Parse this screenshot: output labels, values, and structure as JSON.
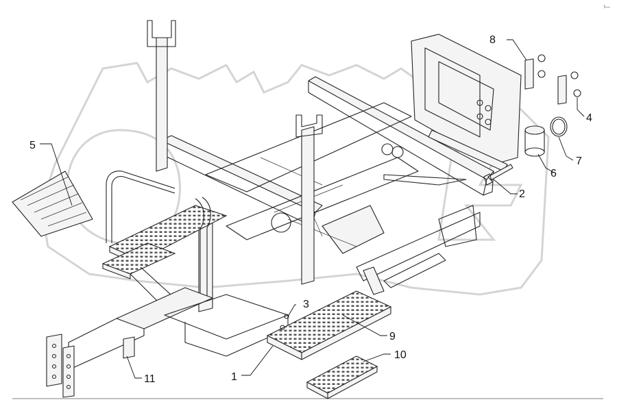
{
  "diagram": {
    "corner_mark": "t—",
    "colors": {
      "line": "#222222",
      "watermark": "#d4d4d4",
      "background": "#ffffff"
    },
    "callouts": [
      {
        "id": "1",
        "label": "1"
      },
      {
        "id": "2",
        "label": "2"
      },
      {
        "id": "3",
        "label": "3"
      },
      {
        "id": "4",
        "label": "4"
      },
      {
        "id": "5",
        "label": "5"
      },
      {
        "id": "6",
        "label": "6"
      },
      {
        "id": "7",
        "label": "7"
      },
      {
        "id": "8",
        "label": "8"
      },
      {
        "id": "9",
        "label": "9"
      },
      {
        "id": "10",
        "label": "10"
      },
      {
        "id": "11",
        "label": "11"
      }
    ]
  }
}
